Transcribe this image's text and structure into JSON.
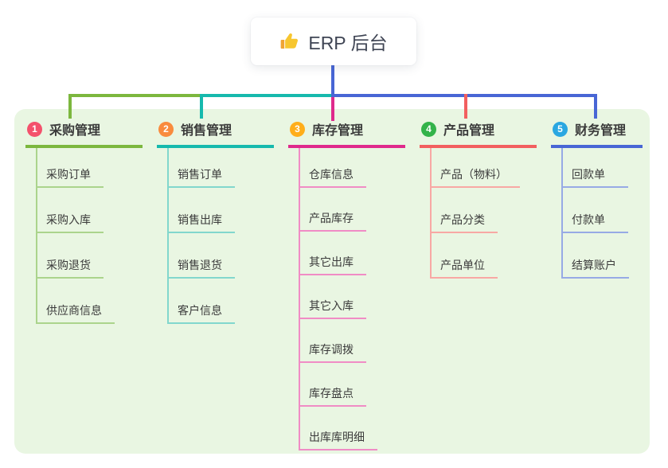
{
  "root": {
    "icon": "thumbs-up",
    "label": "ERP 后台"
  },
  "colors": {
    "panel_background": "#e9f6e2",
    "root_connector": "#4866d5",
    "text": "#3b3b3b"
  },
  "branches": [
    {
      "number": "1",
      "label": "采购管理",
      "badge_color": "#f4516c",
      "line_color": "#7cb73e",
      "child_line_color": "#abd48c",
      "children": [
        "采购订单",
        "采购入库",
        "采购退货",
        "供应商信息"
      ]
    },
    {
      "number": "2",
      "label": "销售管理",
      "badge_color": "#f98b3e",
      "line_color": "#16b9ad",
      "child_line_color": "#82d7cd",
      "children": [
        "销售订单",
        "销售出库",
        "销售退货",
        "客户信息"
      ]
    },
    {
      "number": "3",
      "label": "库存管理",
      "badge_color": "#ffae1a",
      "line_color": "#df2a8c",
      "child_line_color": "#f08cc5",
      "children": [
        "仓库信息",
        "产品库存",
        "其它出库",
        "其它入库",
        "库存调拨",
        "库存盘点",
        "出库库明细"
      ]
    },
    {
      "number": "4",
      "label": "产品管理",
      "badge_color": "#33b34a",
      "line_color": "#f25f5f",
      "child_line_color": "#f8a8a4",
      "children": [
        "产品（物料）",
        "产品分类",
        "产品单位"
      ]
    },
    {
      "number": "5",
      "label": "财务管理",
      "badge_color": "#2aa7e1",
      "line_color": "#4866d5",
      "child_line_color": "#97aae5",
      "children": [
        "回款单",
        "付款单",
        "结算账户"
      ]
    }
  ]
}
